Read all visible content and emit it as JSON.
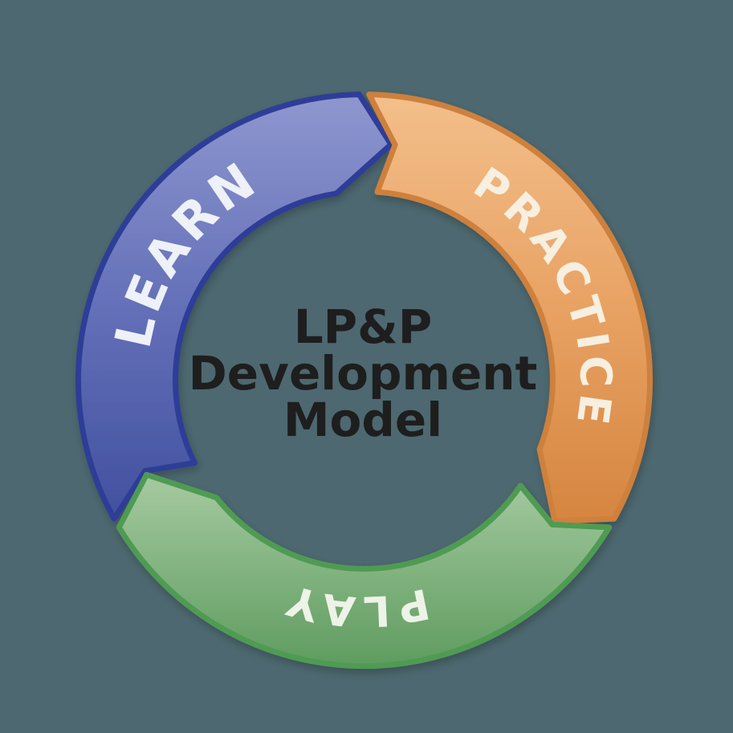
{
  "diagram": {
    "title": "LP&P Development Model",
    "background": "#4D6870",
    "center": {
      "line1": "LP&P",
      "line2": "Development",
      "line3": "Model",
      "text_color": "#1E1E1E"
    },
    "segments": [
      {
        "id": "learn",
        "label": "LEARN",
        "border_color": "#2F3E97",
        "label_color": "#EEF1F7",
        "gradient": {
          "top": "#8E97CF",
          "mid": "#6470B8",
          "bottom": "#41509F"
        }
      },
      {
        "id": "practice",
        "label": "PRACTICE",
        "border_color": "#CE803C",
        "label_color": "#F7EFE0",
        "gradient": {
          "top": "#F3BF8B",
          "mid": "#E8A263",
          "bottom": "#D5853F"
        }
      },
      {
        "id": "play",
        "label": "PLAY",
        "border_color": "#4F9B53",
        "label_color": "#EDF3E7",
        "gradient": {
          "top": "#A6CAA1",
          "mid": "#82B380",
          "bottom": "#5F9C5F"
        }
      }
    ]
  }
}
